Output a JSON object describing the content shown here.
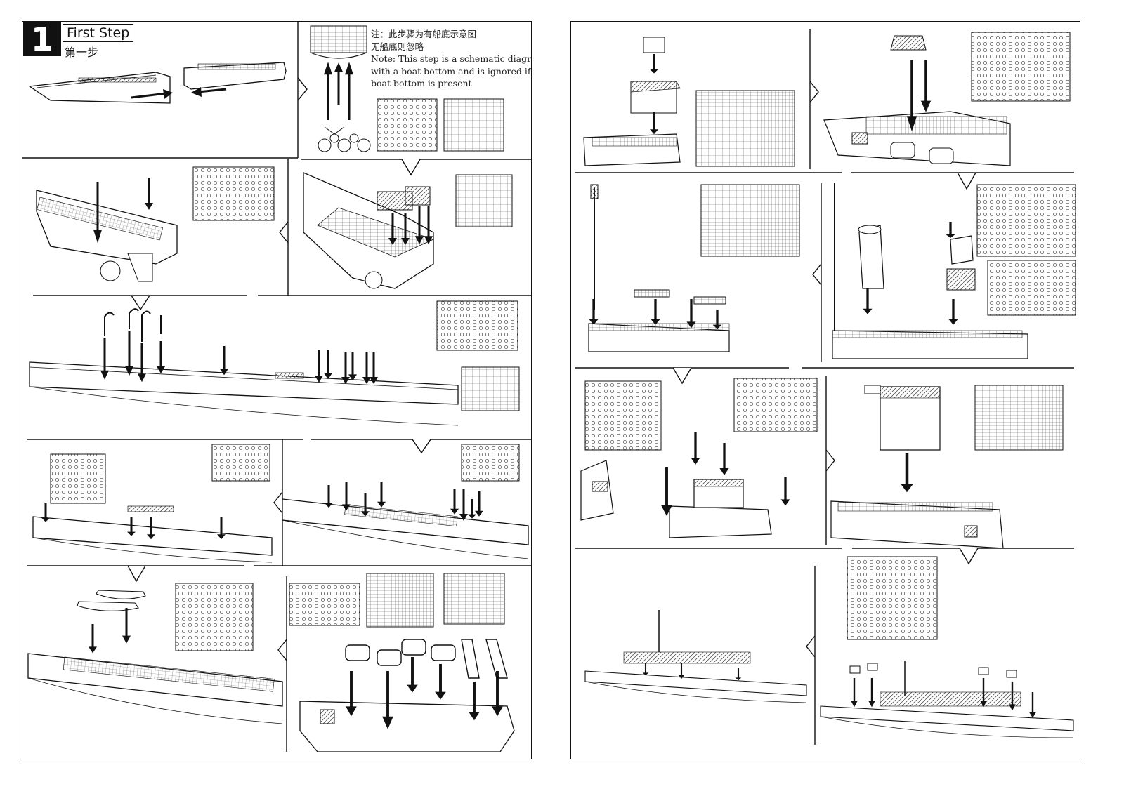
{
  "step": {
    "number": "1",
    "title_en": "First Step",
    "title_cn": "第一步"
  },
  "note": {
    "cn_line1": "注：此步骤为有船底示意图",
    "cn_line2": "无船底则忽略",
    "en_line1": "Note: This step is a schematic diagram",
    "en_line2": "with a boat bottom and is ignored if no",
    "en_line3": "boat bottom is present"
  },
  "colors": {
    "ink": "#111111",
    "paper": "#ffffff",
    "hatch": "#555555"
  },
  "icons": {
    "arrow": "down-arrow-icon",
    "sprue": "parts-sprue-icon",
    "propeller": "propeller-icon",
    "lifeboat": "lifeboat-icon"
  }
}
